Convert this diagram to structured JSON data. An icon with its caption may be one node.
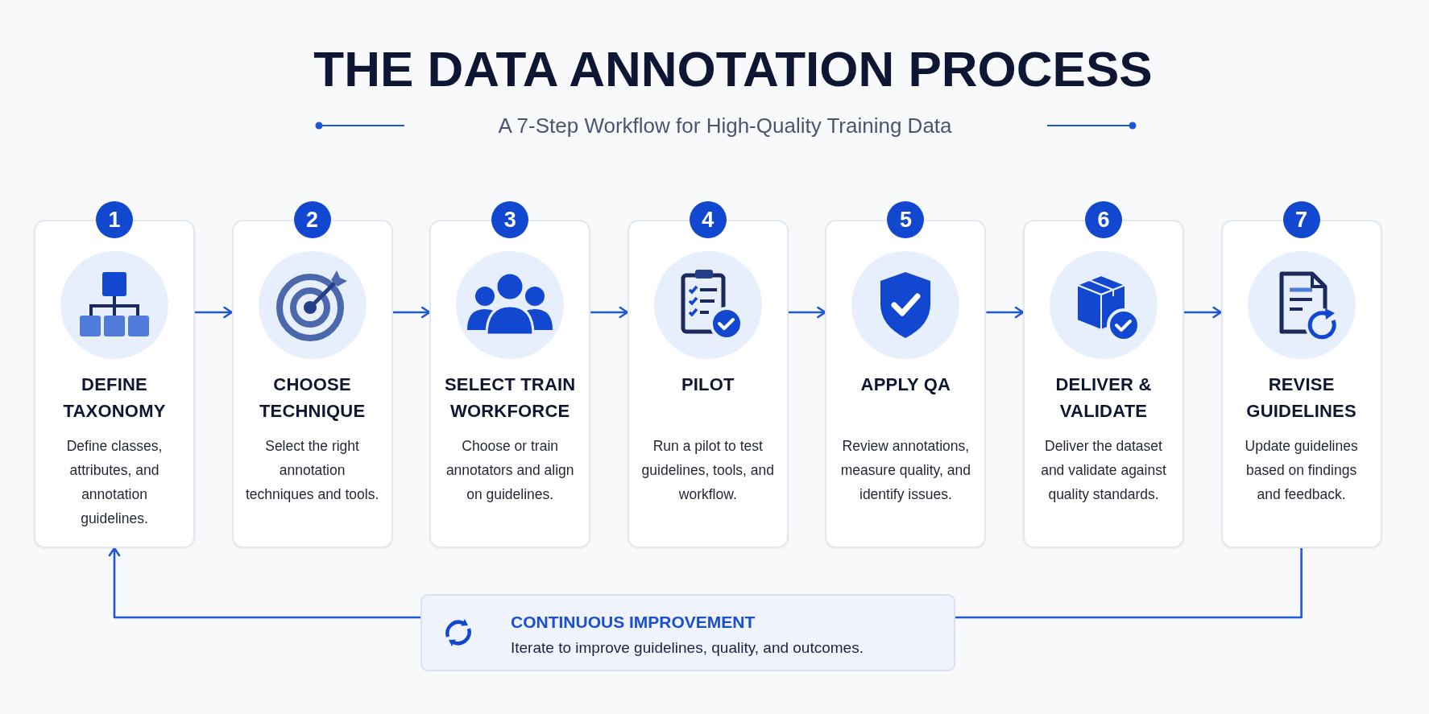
{
  "diagram": {
    "title": "THE DATA ANNOTATION PROCESS",
    "nodes": [
      {
        "text": [
          "1",
          "DEFINE TAXONOMY",
          "Define classes, attributes, and annotation guidelines."
        ]
      },
      {
        "text": [
          "2",
          "CHOOSE TECHNIQUE",
          "Select the right annotation techniques and tools."
        ]
      },
      {
        "text": [
          "3",
          "SELECT TRAIN WORKFORCE",
          "Choose or train annotators and align on guidelines."
        ]
      },
      {
        "text": [
          "4",
          "PILOT",
          "Run a pilot to test guidelines, tools, and workflow."
        ]
      },
      {
        "text": [
          "5",
          "APPLY QA",
          "Review annotations, measure quality, and identify issues."
        ]
      },
      {
        "text": [
          "6",
          "DELIVER & VALIDATE",
          "Deliver the dataset and validate against quality standards."
        ]
      },
      {
        "text": [
          "7",
          "REVISE GUIDELINES",
          "Update guidelines based on findings and feedback."
        ]
      },
      {
        "text": [
          "CONTINUOUS IMPROVEMENT",
          "Iterate to improve guidelines, quality, and outcomes."
        ]
      }
    ],
    "edges": [
      {
        "from": 0,
        "to": 1,
        "arrow": "to"
      },
      {
        "from": 1,
        "to": 2,
        "arrow": "to"
      },
      {
        "from": 2,
        "to": 3,
        "arrow": "to"
      },
      {
        "from": 3,
        "to": 4,
        "arrow": "to"
      },
      {
        "from": 4,
        "to": 5,
        "arrow": "to"
      },
      {
        "from": 5,
        "to": 6,
        "arrow": "to"
      },
      {
        "from": 6,
        "to": 7,
        "arrow": "none"
      },
      {
        "from": 7,
        "to": 0,
        "arrow": "to"
      }
    ],
    "labels": [
      "A 7-Step Workflow for High-Quality Training Data"
    ]
  }
}
